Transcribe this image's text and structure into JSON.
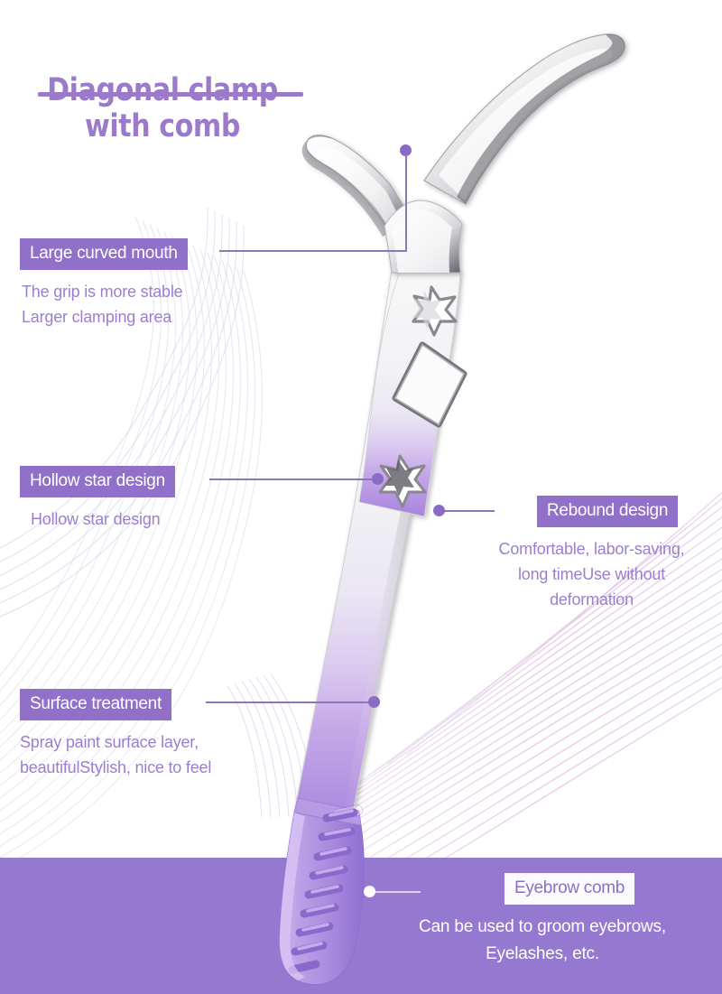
{
  "title": {
    "line1": "Diagonal clamp",
    "line2": "with comb"
  },
  "theme": {
    "purple": "#9b7bc9",
    "chip_bg": "#9070c9",
    "band_bg": "#9579d1",
    "desc_text": "#9b7ece",
    "leader": "#8d76bd"
  },
  "callouts": [
    {
      "id": "large-curved-mouth",
      "label": "Large curved mouth",
      "description": "The grip is more stable\nLarger clamping area"
    },
    {
      "id": "hollow-star-design",
      "label": "Hollow star design",
      "description": "Hollow star design"
    },
    {
      "id": "rebound-design",
      "label": "Rebound design",
      "description": "Comfortable, labor-saving,\nlong timeUse without\ndeformation"
    },
    {
      "id": "surface-treatment",
      "label": "Surface treatment",
      "description": "Spray paint surface layer,\nbeautifulStylish, nice to feel"
    },
    {
      "id": "eyebrow-comb",
      "label": "Eyebrow comb",
      "description": "Can be used to groom eyebrows,\nEyelashes, etc."
    }
  ],
  "product": {
    "name": "diagonal-eyebrow-tweezer-with-comb"
  }
}
